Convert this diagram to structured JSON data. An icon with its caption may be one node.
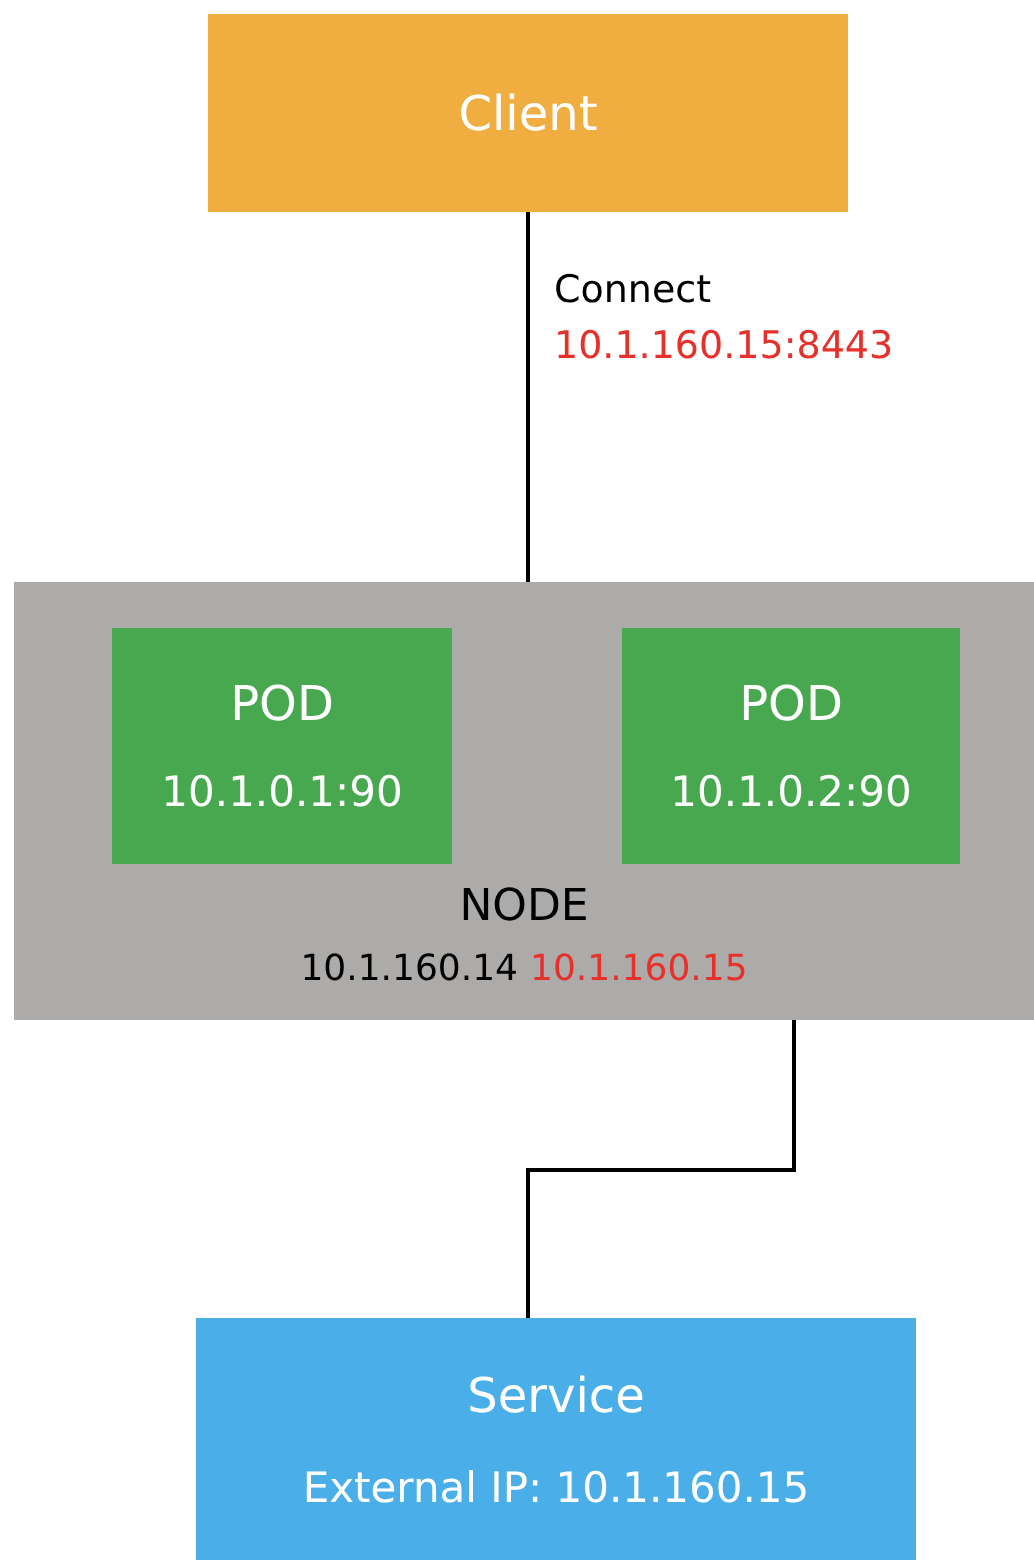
{
  "diagram": {
    "nodes": [
      {
        "text": [
          "Client"
        ]
      },
      {
        "text": [
          "NODE",
          "10.1.160.14",
          "10.1.160.15"
        ]
      },
      {
        "text": [
          "POD",
          "10.1.0.1:90"
        ],
        "in": 1
      },
      {
        "text": [
          "POD",
          "10.1.0.2:90"
        ],
        "in": 1
      },
      {
        "text": [
          "Service",
          "External IP: 10.1.160.15"
        ]
      }
    ],
    "edges": [
      {
        "from": 0,
        "to": 1,
        "arrow": "none",
        "label": "Connect"
      },
      {
        "from": 1,
        "to": 4,
        "arrow": "none"
      }
    ],
    "labels": [
      "10.1.160.15:8443"
    ]
  }
}
